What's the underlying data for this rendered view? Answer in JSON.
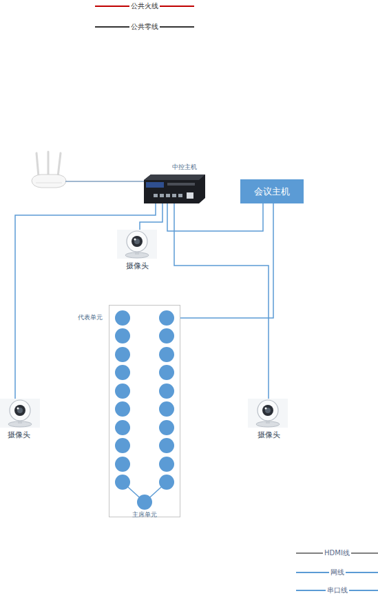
{
  "diagram": {
    "nodes": [
      {
        "text": [
          "中控主机"
        ]
      },
      {
        "text": [
          "会议主机"
        ]
      },
      {
        "text": [
          "摄像头"
        ]
      },
      {
        "text": [
          "摄像头"
        ]
      },
      {
        "text": [
          "摄像头"
        ]
      },
      {
        "text": [
          "代表单元"
        ]
      },
      {
        "text": [
          "主席单元"
        ],
        "in": 5
      }
    ],
    "edges": [
      {
        "from": 0,
        "to": 3,
        "arrow": "none"
      },
      {
        "from": 0,
        "to": 2,
        "arrow": "none"
      },
      {
        "from": 0,
        "to": 1,
        "arrow": "none"
      },
      {
        "from": 0,
        "to": 4,
        "arrow": "none"
      },
      {
        "from": 1,
        "to": 5,
        "arrow": "none"
      }
    ],
    "legend": [
      {
        "text": "公共火线"
      },
      {
        "text": "公共零线"
      },
      {
        "text": "HDMI线"
      },
      {
        "text": "网线"
      },
      {
        "text": "串口线"
      }
    ]
  }
}
